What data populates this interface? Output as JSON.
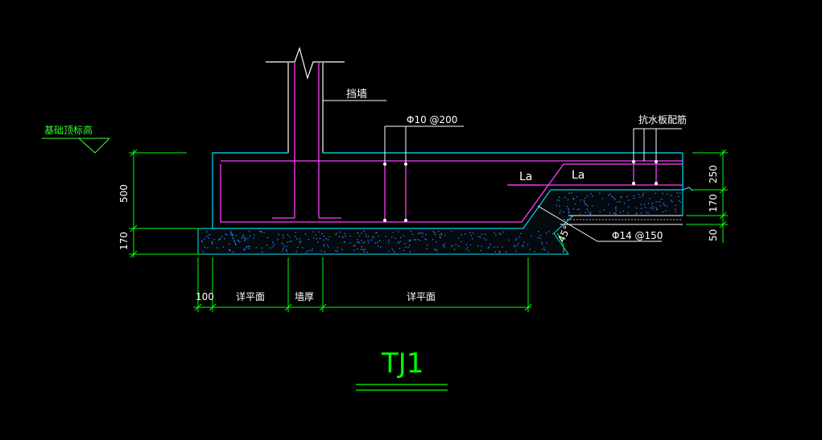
{
  "colors": {
    "background": "#000000",
    "concrete": "#00e5ff",
    "rebar": "#ff3cff",
    "wall": "#ffffff",
    "dimension": "#00ff00",
    "leader": "#ffffff",
    "text": "#ffffff",
    "elevation": "#33ff33",
    "speckle": "#2a8cff"
  },
  "labels": {
    "retaining_wall": "挡墙",
    "rebar_top": "Φ10 @200",
    "waterproof_slab_rebar": "抗水板配筋",
    "lap_left": "La",
    "lap_right": "La",
    "bottom_rebar": "Φ14 @150",
    "angle": "45°",
    "elevation": "基础顶标高"
  },
  "dimensions": {
    "left_top": "500",
    "left_bottom": "170",
    "right_top": "250",
    "right_mid": "170",
    "right_bottom": "50",
    "bottom_a": "100",
    "bottom_b": "详平面",
    "bottom_c": "墙厚",
    "bottom_d": "详平面"
  },
  "title": "TJ1"
}
